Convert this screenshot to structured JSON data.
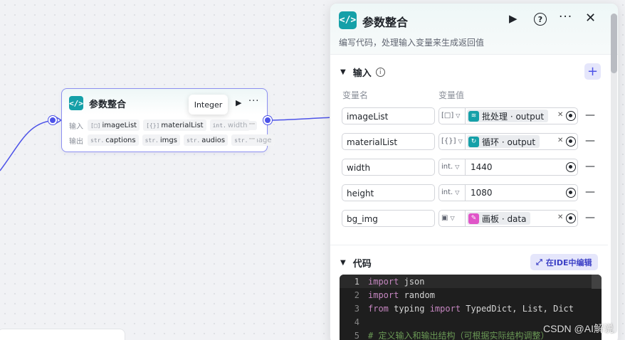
{
  "node": {
    "icon": "code-icon",
    "title": "参数整合",
    "tooltip": "Integer",
    "input_label": "输入",
    "output_label": "输出",
    "inputs": [
      {
        "type": "[□]",
        "name": "imageList"
      },
      {
        "type": "[{}]",
        "name": "materialList"
      },
      {
        "type": "int.",
        "name": "width"
      }
    ],
    "outputs": [
      {
        "type": "str.",
        "name": "captions"
      },
      {
        "type": "str.",
        "name": "imgs"
      },
      {
        "type": "str.",
        "name": "audios"
      },
      {
        "type": "str.",
        "name": "image"
      }
    ],
    "more": "···"
  },
  "panel": {
    "title": "参数整合",
    "description": "编写代码，处理输入变量来生成返回值",
    "input_section": {
      "title": "输入",
      "col_name": "变量名",
      "col_value": "变量值",
      "rows": [
        {
          "name": "imageList",
          "type": "[□]",
          "value_kind": "ref",
          "ref_icon": "layers-icon",
          "ref_color": "#15a0a8",
          "value": "批处理 · output"
        },
        {
          "name": "materialList",
          "type": "[{}]",
          "value_kind": "ref",
          "ref_icon": "loop-icon",
          "ref_color": "#15a0a8",
          "value": "循环 · output"
        },
        {
          "name": "width",
          "type": "int.",
          "value_kind": "literal",
          "value": "1440"
        },
        {
          "name": "height",
          "type": "int.",
          "value_kind": "literal",
          "value": "1080"
        },
        {
          "name": "bg_img",
          "type": "▣",
          "value_kind": "ref",
          "ref_icon": "canvas-icon",
          "ref_color": "#e055c8",
          "value": "画板 · data"
        }
      ]
    },
    "code_section": {
      "title": "代码",
      "ide_button": "在IDE中编辑",
      "lines": [
        {
          "n": "1",
          "parts": [
            [
              "kw",
              "import"
            ],
            [
              "src",
              " json"
            ]
          ]
        },
        {
          "n": "2",
          "parts": [
            [
              "kw",
              "import"
            ],
            [
              "src",
              " random"
            ]
          ]
        },
        {
          "n": "3",
          "parts": [
            [
              "kw",
              "from"
            ],
            [
              "src",
              " typing "
            ],
            [
              "kw",
              "import"
            ],
            [
              "src",
              " TypedDict, List, Dict"
            ]
          ]
        },
        {
          "n": "4",
          "parts": []
        },
        {
          "n": "5",
          "parts": [
            [
              "cm",
              "# 定义输入和输出结构（可根据实际结构调整）"
            ]
          ]
        }
      ]
    }
  },
  "watermark": "CSDN @AI解说",
  "colors": {
    "accent": "#4d53e8",
    "teal": "#15a0a8",
    "pink": "#e055c8"
  }
}
